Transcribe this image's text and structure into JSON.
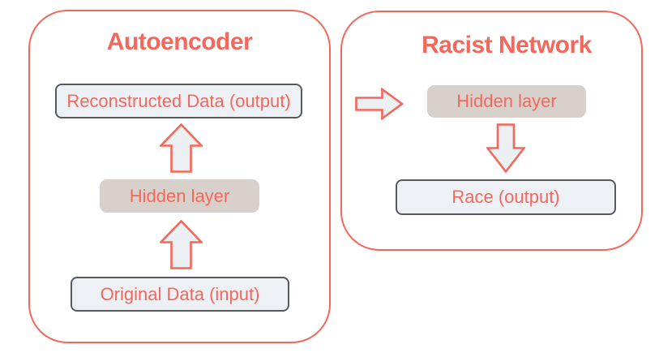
{
  "diagram": {
    "autoencoder": {
      "title": "Autoencoder",
      "output_label": "Reconstructed Data (output)",
      "hidden_label": "Hidden layer",
      "input_label": "Original Data (input)"
    },
    "racist_network": {
      "title": "Racist Network",
      "hidden_label": "Hidden layer",
      "output_label": "Race (output)"
    }
  },
  "icons": {
    "up_arrow": "block arrow pointing up (flow from input to output)",
    "down_arrow": "block arrow pointing down (flow from hidden layer to output)",
    "right_arrow": "block arrow pointing right (flow from autoencoder into racist network)"
  },
  "colors": {
    "accent": "#F4685C",
    "data_box_fill": "#EDF0F4",
    "data_box_border": "#58595B",
    "hidden_box_fill": "#D8D1CB",
    "arrow_fill": "#EDF0F3",
    "background": "#FFFFFF"
  }
}
